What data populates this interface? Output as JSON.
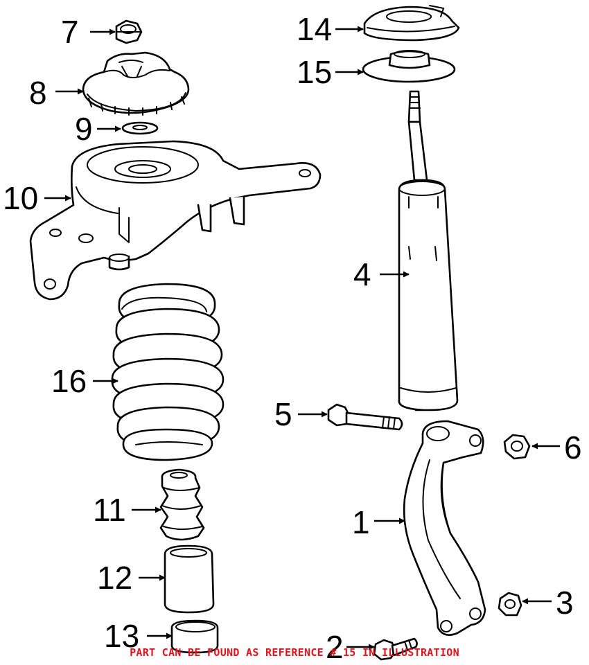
{
  "footnote": {
    "text": "PART CAN BE FOUND AS REFERENCE # 15 IN ILLUSTRATION",
    "color": "#e0141e"
  },
  "callouts": [
    {
      "id": "c1",
      "number": "1",
      "part": "knuckle-bracket"
    },
    {
      "id": "c2",
      "number": "2",
      "part": "lower-bolt"
    },
    {
      "id": "c3",
      "number": "3",
      "part": "lower-nut"
    },
    {
      "id": "c4",
      "number": "4",
      "part": "shock-absorber"
    },
    {
      "id": "c5",
      "number": "5",
      "part": "bracket-bolt"
    },
    {
      "id": "c6",
      "number": "6",
      "part": "bracket-nut"
    },
    {
      "id": "c7",
      "number": "7",
      "part": "top-nut"
    },
    {
      "id": "c8",
      "number": "8",
      "part": "upper-mount"
    },
    {
      "id": "c9",
      "number": "9",
      "part": "washer"
    },
    {
      "id": "c10",
      "number": "10",
      "part": "spring-seat-housing"
    },
    {
      "id": "c11",
      "number": "11",
      "part": "bump-stop"
    },
    {
      "id": "c12",
      "number": "12",
      "part": "dust-boot"
    },
    {
      "id": "c13",
      "number": "13",
      "part": "bump-cushion"
    },
    {
      "id": "c14",
      "number": "14",
      "part": "upper-spring-seat"
    },
    {
      "id": "c15",
      "number": "15",
      "part": "spring-insulator"
    },
    {
      "id": "c16",
      "number": "16",
      "part": "coil-spring"
    }
  ]
}
